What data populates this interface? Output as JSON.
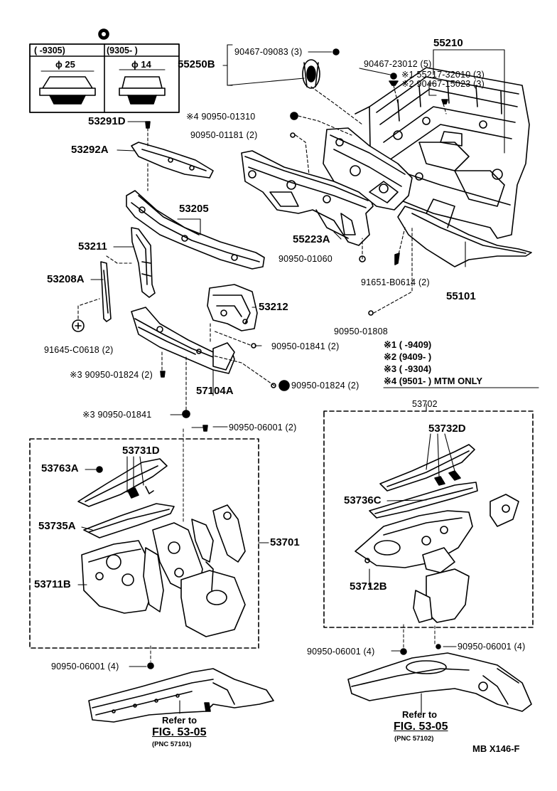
{
  "inset": {
    "col1": "(        -9305)",
    "col2": "(9305-         )",
    "dia1": "ϕ 25",
    "dia2": "ϕ 14"
  },
  "labels": {
    "p55250B": "55250B",
    "p90467_09083": "90467-09083 (3)",
    "p55210": "55210",
    "p90467_23012": "90467-23012 (5)",
    "p55217": "※1 55217-32010 (3)",
    "p90467_15023": "※2 90467-15023 (3)",
    "p53291D": "53291D",
    "p90950_01310": "※4 90950-01310",
    "p90950_01181": "90950-01181 (2)",
    "p53292A": "53292A",
    "p53205": "53205",
    "p55223A": "55223A",
    "p53211": "53211",
    "p90950_01060": "90950-01060",
    "p53208A": "53208A",
    "p91651": "91651-B0614 (2)",
    "p55101": "55101",
    "p53212": "53212",
    "p91645": "91645-C0618 (2)",
    "p90950_01808": "90950-01808",
    "p90950_01841a": "90950-01841 (2)",
    "p90950_01824a": "※3 90950-01824 (2)",
    "p90950_01824b": "90950-01824 (2)",
    "p57104A": "57104A",
    "p90950_01841b": "※3 90950-01841",
    "p53702": "53702",
    "p90950_06001a": "90950-06001 (2)",
    "p53731D": "53731D",
    "p53732D": "53732D",
    "p53763A": "53763A",
    "p53736C": "53736C",
    "p53735A": "53735A",
    "p53701": "53701",
    "p53711B": "53711B",
    "p53712B": "53712B",
    "p90950_06001b": "90950-06001 (4)",
    "p90950_06001c": "90950-06001 (4)",
    "p90950_06001d": "90950-06001 (4)"
  },
  "notes": [
    "※1 (        -9409)",
    "※2 (9409-         )",
    "※3 (        -9304)",
    "※4 (9501-         ) MTM  ONLY"
  ],
  "refs": [
    {
      "line1": "Refer to",
      "fig": "FIG. 53-05",
      "pnc": "(PNC 57101)"
    },
    {
      "line1": "Refer to",
      "fig": "FIG. 53-05",
      "pnc": "(PNC 57102)"
    }
  ],
  "footer": "MB  X146-F"
}
